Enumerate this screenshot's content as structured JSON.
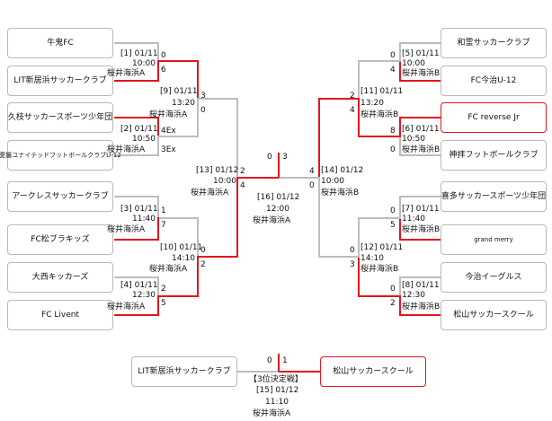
{
  "teams": {
    "l1": "牛鬼FC",
    "l2": "LIT新居浜サッカークラブ",
    "l3": "久枝サッカースポーツ少年団",
    "l4": "愛媛ユナイテッドフットボールクラブU-12",
    "l5": "アークレスサッカークラブ",
    "l6": "FC松ブラキッズ",
    "l7": "大西キッカーズ",
    "l8": "FC Livent",
    "r1": "和霊サッカークラブ",
    "r2": "FC今治U-12",
    "r3": "FC reverse Jr",
    "r4": "神拝フットボールクラブ",
    "r5": "喜多サッカースポーツ少年団",
    "r6": "grand merry",
    "r7": "今治イーグルス",
    "r8": "松山サッカースクール",
    "third_left": "LIT新居浜サッカークラブ",
    "third_right": "松山サッカースクール"
  },
  "matches": {
    "m1": {
      "code": "[1] 01/11",
      "time": "10:00",
      "venue": "桜井海浜A"
    },
    "m2": {
      "code": "[2] 01/11",
      "time": "10:50",
      "venue": "桜井海浜A"
    },
    "m3": {
      "code": "[3] 01/11",
      "time": "11:40",
      "venue": "桜井海浜A"
    },
    "m4": {
      "code": "[4] 01/11",
      "time": "12:30",
      "venue": "桜井海浜A"
    },
    "m5": {
      "code": "[5] 01/11",
      "time": "10:00",
      "venue": "桜井海浜B"
    },
    "m6": {
      "code": "[6] 01/11",
      "time": "10:50",
      "venue": "桜井海浜B"
    },
    "m7": {
      "code": "[7] 01/11",
      "time": "11:40",
      "venue": "桜井海浜B"
    },
    "m8": {
      "code": "[8] 01/11",
      "time": "12:30",
      "venue": "桜井海浜B"
    },
    "m9": {
      "code": "[9] 01/11",
      "time": "13:20",
      "venue": "桜井海浜A"
    },
    "m10": {
      "code": "[10] 01/11",
      "time": "14:10",
      "venue": "桜井海浜A"
    },
    "m11": {
      "code": "[11] 01/11",
      "time": "13:20",
      "venue": "桜井海浜B"
    },
    "m12": {
      "code": "[12] 01/11",
      "time": "14:10",
      "venue": "桜井海浜B"
    },
    "m13": {
      "code": "[13] 01/12",
      "time": "10:00",
      "venue": "桜井海浜A"
    },
    "m14": {
      "code": "[14] 01/12",
      "time": "10:00",
      "venue": "桜井海浜B"
    },
    "m15": {
      "code": "[15] 01/12",
      "time": "11:10",
      "venue": "桜井海浜A",
      "title": "【3位決定戦】"
    },
    "m16": {
      "code": "[16] 01/12",
      "time": "12:00",
      "venue": "桜井海浜A"
    }
  },
  "scores": {
    "m1_a": "0",
    "m1_b": "6",
    "m2_a": "4Ex",
    "m2_b": "3Ex",
    "m3_a": "1",
    "m3_b": "7",
    "m4_a": "2",
    "m4_b": "5",
    "m5_a": "0",
    "m5_b": "4",
    "m6_a": "8",
    "m6_b": "0",
    "m7_a": "0",
    "m7_b": "5",
    "m8_a": "0",
    "m8_b": "2",
    "m9_a": "3",
    "m9_b": "0",
    "m10_a": "0",
    "m10_b": "2",
    "m11_a": "2",
    "m11_b": "4",
    "m12_a": "0",
    "m12_b": "3",
    "m13_a": "2",
    "m13_b": "4",
    "m14_a": "4",
    "m14_b": "0",
    "m16_a": "0",
    "m16_b": "3",
    "m15_a": "0",
    "m15_b": "1"
  },
  "colors": {
    "win_line": "#e4141e",
    "line": "#bdbdbd"
  }
}
